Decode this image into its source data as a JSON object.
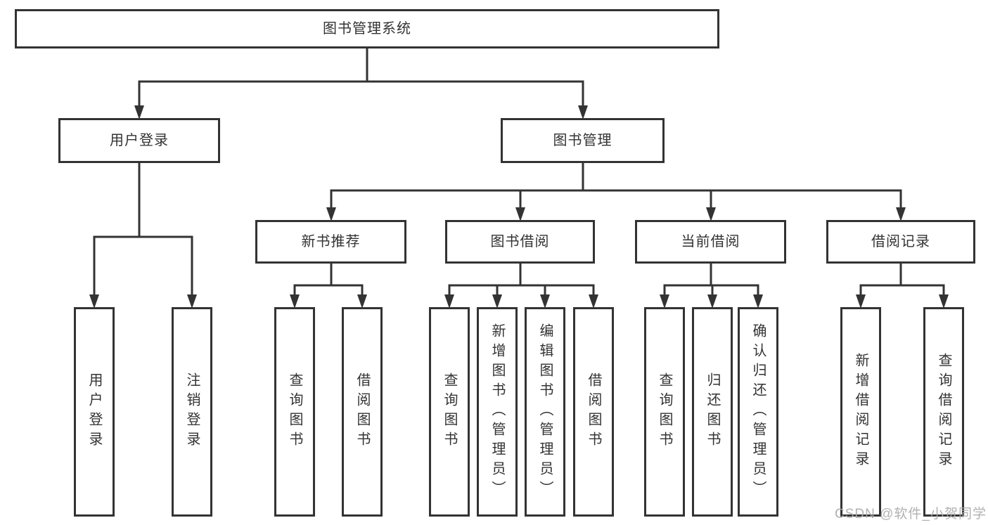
{
  "diagram_title": "图书管理系统",
  "tree": {
    "id": "library-system",
    "label": "图书管理系统",
    "children": [
      {
        "id": "user-login-module",
        "label": "用户登录",
        "children": [
          {
            "id": "user-login",
            "label": "用户登录"
          },
          {
            "id": "logout",
            "label": "注销登录"
          }
        ]
      },
      {
        "id": "book-management",
        "label": "图书管理",
        "children": [
          {
            "id": "new-book-recommend",
            "label": "新书推荐",
            "children": [
              {
                "id": "nbr-query-books",
                "label": "查询图书"
              },
              {
                "id": "nbr-borrow-books",
                "label": "借阅图书"
              }
            ]
          },
          {
            "id": "book-borrowing",
            "label": "图书借阅",
            "children": [
              {
                "id": "bb-query-books",
                "label": "查询图书"
              },
              {
                "id": "bb-add-books",
                "label": "新增图书（管理员）"
              },
              {
                "id": "bb-edit-books",
                "label": "编辑图书（管理员）"
              },
              {
                "id": "bb-borrow-books",
                "label": "借阅图书"
              }
            ]
          },
          {
            "id": "current-borrowing",
            "label": "当前借阅",
            "children": [
              {
                "id": "cb-query-books",
                "label": "查询图书"
              },
              {
                "id": "cb-return-books",
                "label": "归还图书"
              },
              {
                "id": "cb-confirm-return",
                "label": "确认归还（管理员）"
              }
            ]
          },
          {
            "id": "borrow-records",
            "label": "借阅记录",
            "children": [
              {
                "id": "br-add-record",
                "label": "新增借阅记录"
              },
              {
                "id": "br-query-record",
                "label": "查询借阅记录"
              }
            ]
          }
        ]
      }
    ]
  },
  "watermark": "CSDN @软件_小贺同学",
  "colors": {
    "line": "#333333",
    "box_border": "#333333",
    "box_fill": "#ffffff",
    "text": "#333333",
    "watermark_text": "#a9a9a9",
    "background": "#ffffff"
  }
}
